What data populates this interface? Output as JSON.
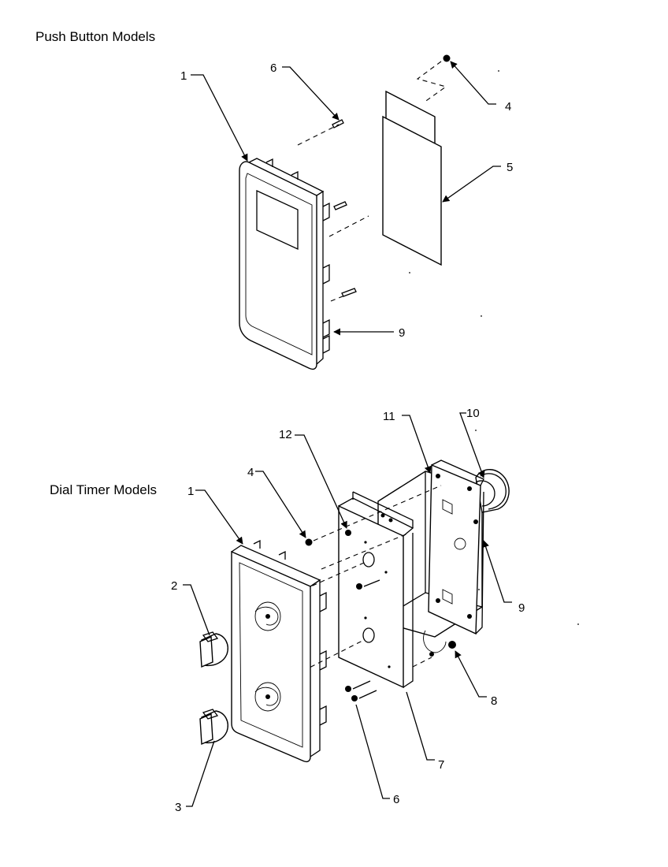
{
  "sections": {
    "push_button_title": "Push Button Models",
    "dial_timer_title": "Dial Timer Models"
  },
  "push_labels": {
    "p1": "1",
    "p6": "6",
    "p4": "4",
    "p5": "5",
    "p9": "9"
  },
  "dial_labels": {
    "d1": "1",
    "d2": "2",
    "d3": "3",
    "d4": "4",
    "d6": "6",
    "d7": "7",
    "d8": "8",
    "d9": "9",
    "d10": "10",
    "d11": "11",
    "d12": "12"
  }
}
